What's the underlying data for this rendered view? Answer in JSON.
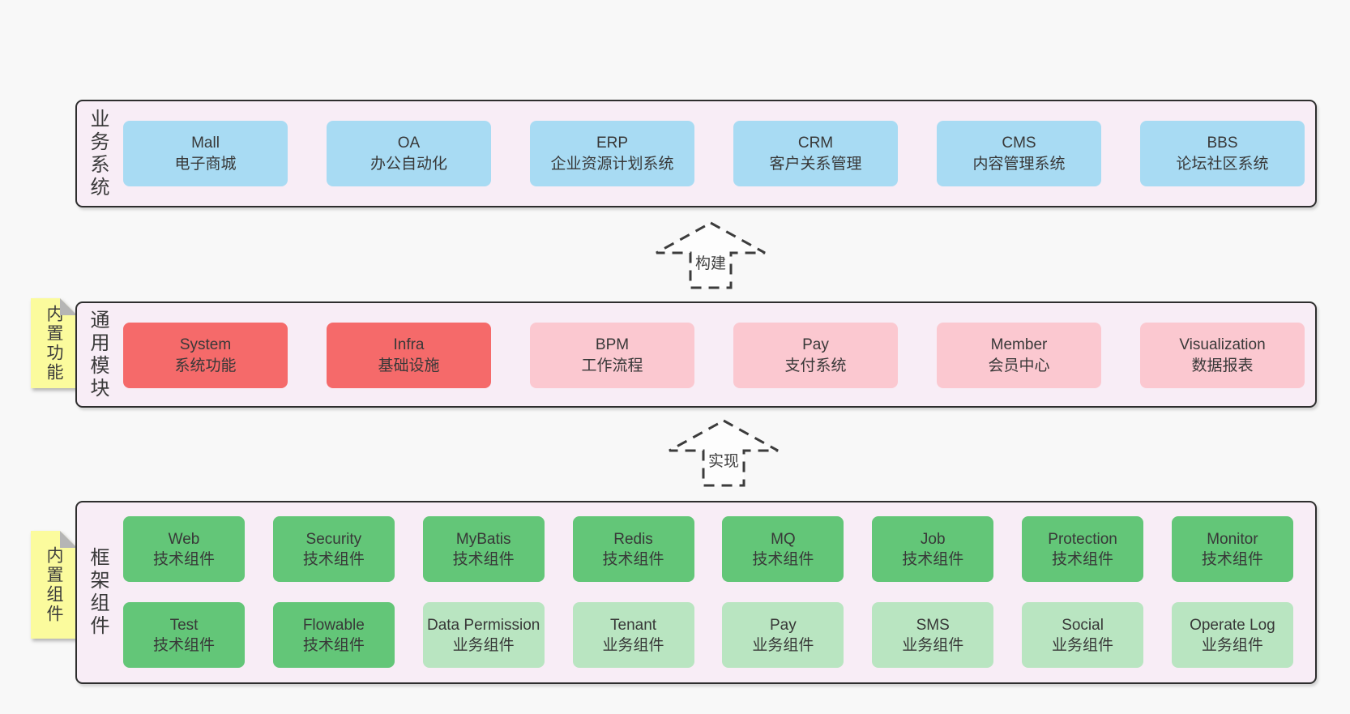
{
  "colors": {
    "pageBg": "#f8f8f8",
    "bandBg": "#f8edf6",
    "blue": "#a8dbf3",
    "red": "#f56a6a",
    "pink": "#fbc8d0",
    "green": "#63c678",
    "greenLight": "#b9e5c1",
    "sticky": "#fbfb9d",
    "border": "#2e2e2e",
    "text": "#383838"
  },
  "arrows": [
    {
      "label": "构建"
    },
    {
      "label": "实现"
    }
  ],
  "stickies": [
    {
      "label": "内置功能"
    },
    {
      "label": "内置组件"
    }
  ],
  "bands": [
    {
      "label": "业务系统",
      "boxes": [
        {
          "name": "Mall",
          "desc": "电子商城"
        },
        {
          "name": "OA",
          "desc": "办公自动化"
        },
        {
          "name": "ERP",
          "desc": "企业资源计划系统"
        },
        {
          "name": "CRM",
          "desc": "客户关系管理"
        },
        {
          "name": "CMS",
          "desc": "内容管理系统"
        },
        {
          "name": "BBS",
          "desc": "论坛社区系统"
        }
      ]
    },
    {
      "label": "通用模块",
      "boxes": [
        {
          "name": "System",
          "desc": "系统功能"
        },
        {
          "name": "Infra",
          "desc": "基础设施"
        },
        {
          "name": "BPM",
          "desc": "工作流程"
        },
        {
          "name": "Pay",
          "desc": "支付系统"
        },
        {
          "name": "Member",
          "desc": "会员中心"
        },
        {
          "name": "Visualization",
          "desc": "数据报表"
        }
      ]
    },
    {
      "label": "框架组件",
      "rows": [
        [
          {
            "name": "Web",
            "desc": "技术组件"
          },
          {
            "name": "Security",
            "desc": "技术组件"
          },
          {
            "name": "MyBatis",
            "desc": "技术组件"
          },
          {
            "name": "Redis",
            "desc": "技术组件"
          },
          {
            "name": "MQ",
            "desc": "技术组件"
          },
          {
            "name": "Job",
            "desc": "技术组件"
          },
          {
            "name": "Protection",
            "desc": "技术组件"
          },
          {
            "name": "Monitor",
            "desc": "技术组件"
          }
        ],
        [
          {
            "name": "Test",
            "desc": "技术组件"
          },
          {
            "name": "Flowable",
            "desc": "技术组件"
          },
          {
            "name": "Data Permission",
            "desc": "业务组件"
          },
          {
            "name": "Tenant",
            "desc": "业务组件"
          },
          {
            "name": "Pay",
            "desc": "业务组件"
          },
          {
            "name": "SMS",
            "desc": "业务组件"
          },
          {
            "name": "Social",
            "desc": "业务组件"
          },
          {
            "name": "Operate Log",
            "desc": "业务组件"
          }
        ]
      ]
    }
  ]
}
